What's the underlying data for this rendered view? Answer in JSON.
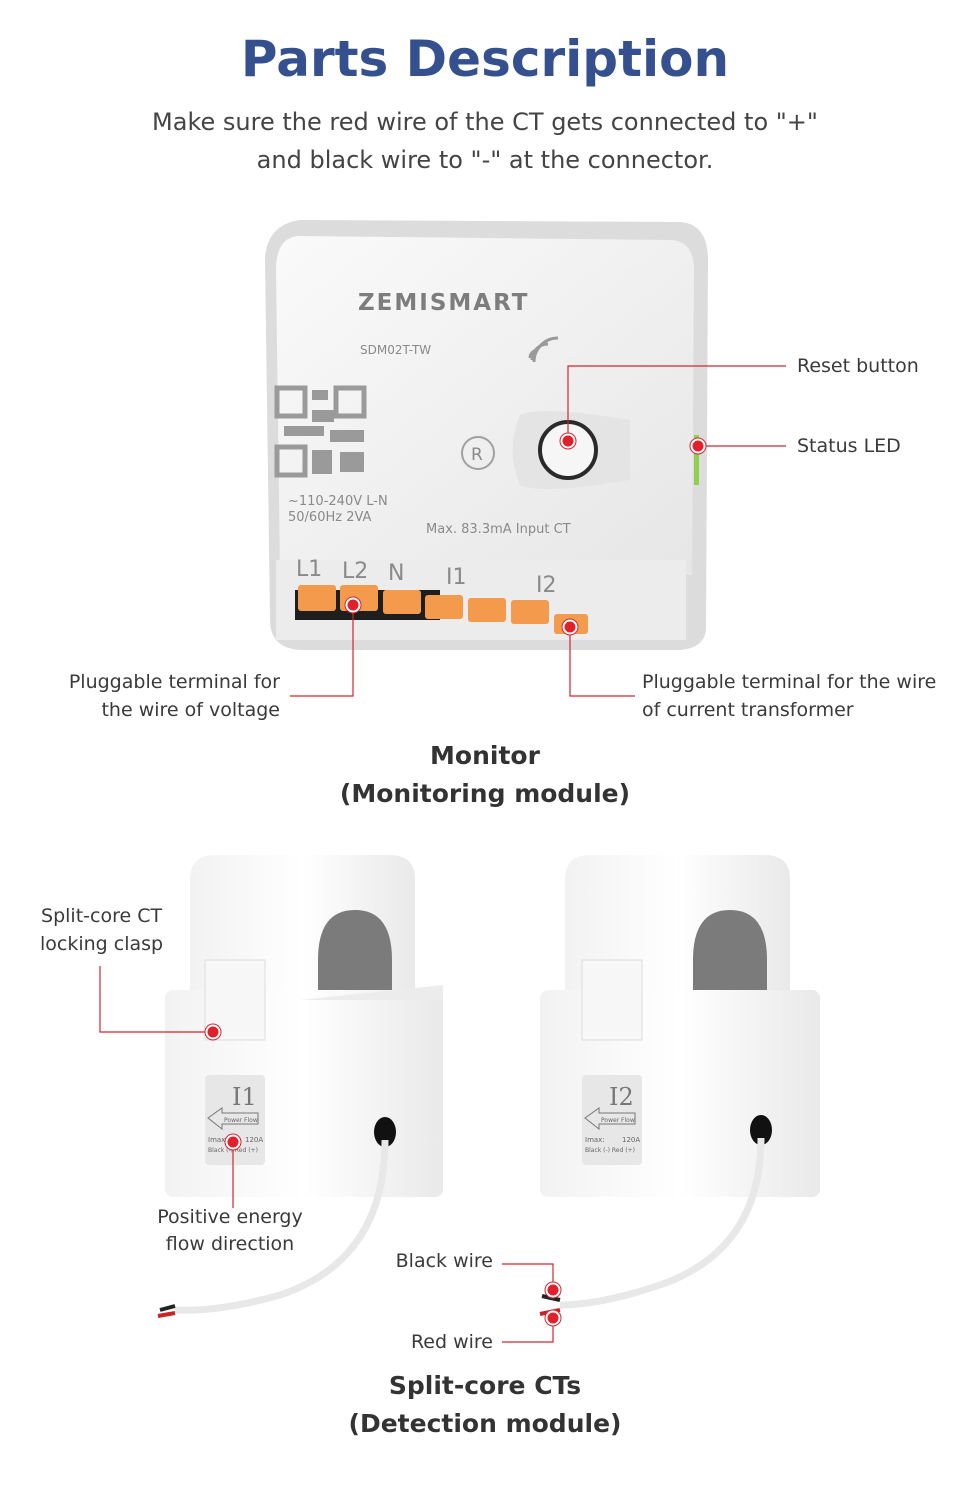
{
  "header": {
    "title": "Parts Description",
    "subtitle_line1": "Make sure the red wire of the CT gets connected to \"+\"",
    "subtitle_line2": "and black wire to \"-\" at the connector."
  },
  "monitor": {
    "device_print": {
      "brand": "ZEMISMART",
      "model": "SDM02T-TW",
      "rating_line1": "~110-240V L-N",
      "rating_line2": "50/60Hz 2VA",
      "ct_rating": "Max. 83.3mA Input CT",
      "reset_symbol": "R",
      "terminals": [
        "L1",
        "L2",
        "N",
        "I1",
        "I2"
      ]
    },
    "callouts": {
      "reset_button": "Reset button",
      "status_led": "Status LED",
      "voltage_terminal_line1": "Pluggable terminal for",
      "voltage_terminal_line2": "the wire of voltage",
      "ct_terminal_line1": "Pluggable terminal for the wire",
      "ct_terminal_line2": "of current transformer"
    },
    "caption_line1": "Monitor",
    "caption_line2": "(Monitoring module)"
  },
  "cts": {
    "ct1_label": {
      "name": "I1",
      "flow": "Power Flow",
      "imax": "Imax:",
      "rating": "120A",
      "polarity": "Black (-) Red (+)"
    },
    "ct2_label": {
      "name": "I2",
      "flow": "Power Flow",
      "imax": "Imax:",
      "rating": "120A",
      "polarity": "Black (-) Red (+)"
    },
    "callouts": {
      "clasp_line1": "Split-core CT",
      "clasp_line2": "locking clasp",
      "flow_line1": "Positive energy",
      "flow_line2": "flow direction",
      "black_wire": "Black wire",
      "red_wire": "Red wire"
    },
    "caption_line1": "Split-core CTs",
    "caption_line2": "(Detection module)"
  },
  "colors": {
    "title": "#34508f",
    "callout": "#d32630",
    "terminal": "#f39a4c",
    "led": "#8fd14f"
  }
}
